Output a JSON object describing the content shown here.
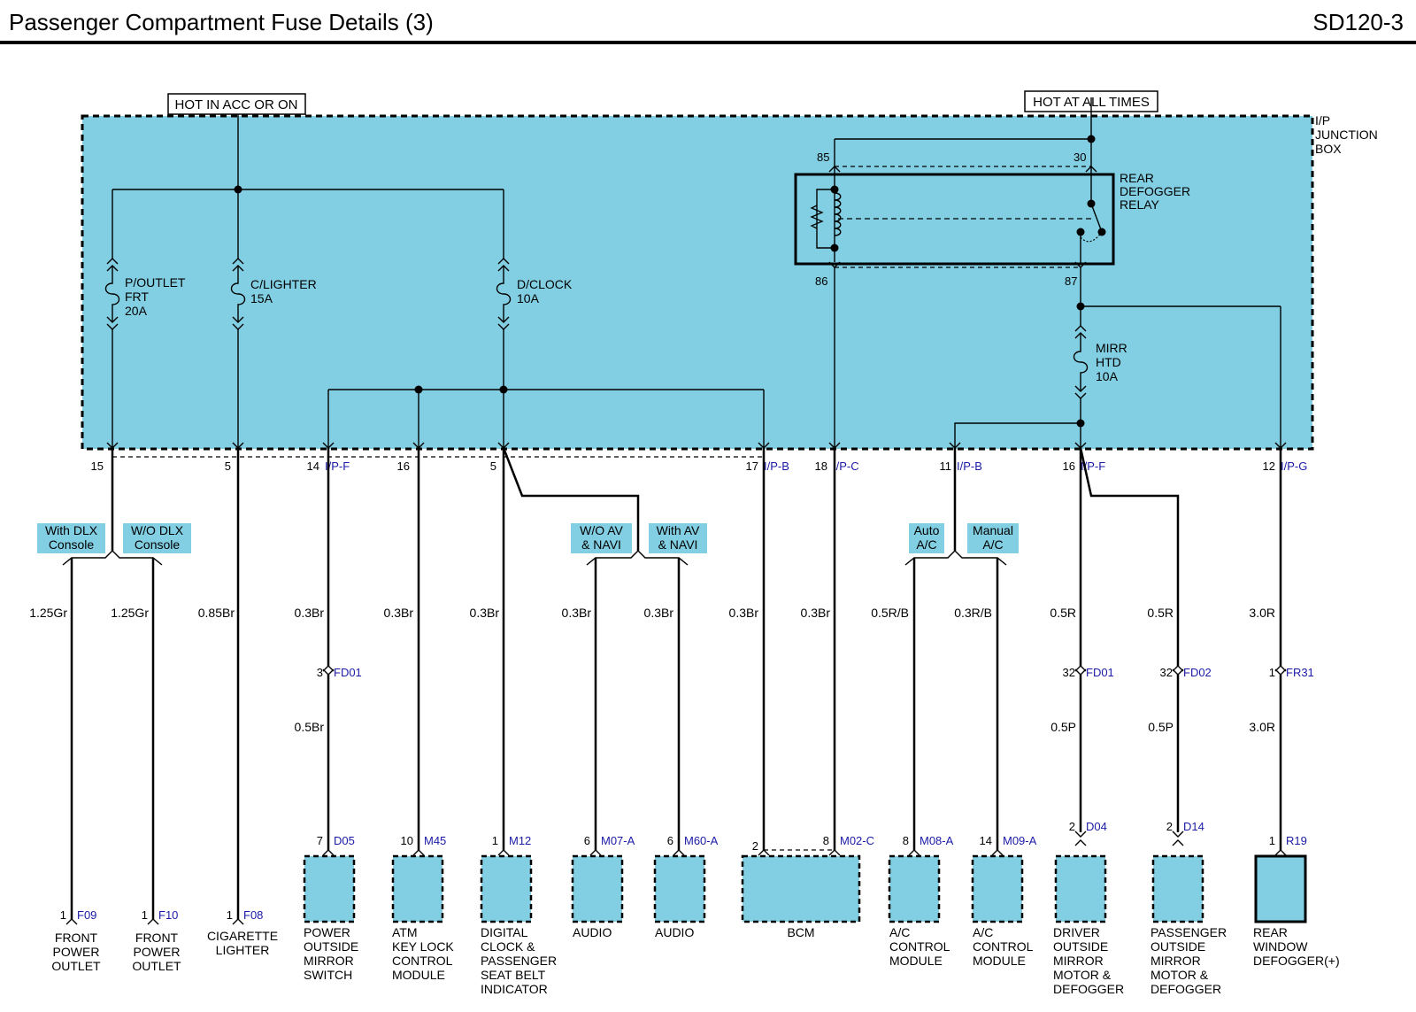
{
  "header": {
    "title": "Passenger Compartment Fuse Details (3)",
    "code": "SD120-3"
  },
  "sources": {
    "acc_on": "HOT IN ACC OR ON",
    "all_times": "HOT AT ALL TIMES"
  },
  "junction_box": [
    "I/P",
    "JUNCTION",
    "BOX"
  ],
  "relay": {
    "name": [
      "REAR",
      "DEFOGGER",
      "RELAY"
    ],
    "pins": [
      "85",
      "30",
      "86",
      "87"
    ]
  },
  "fuses": [
    {
      "lines": [
        "P/OUTLET",
        "FRT",
        "20A"
      ]
    },
    {
      "lines": [
        "C/LIGHTER",
        "15A"
      ]
    },
    {
      "lines": [
        "D/CLOCK",
        "10A"
      ]
    },
    {
      "lines": [
        "MIRR",
        "HTD",
        "10A"
      ]
    }
  ],
  "connector_pins": [
    {
      "num": "15",
      "conn": ""
    },
    {
      "num": "5",
      "conn": ""
    },
    {
      "num": "14",
      "conn": "I/P-F"
    },
    {
      "num": "16",
      "conn": ""
    },
    {
      "num": "5",
      "conn": ""
    },
    {
      "num": "17",
      "conn": "I/P-B"
    },
    {
      "num": "18",
      "conn": "I/P-C"
    },
    {
      "num": "11",
      "conn": "I/P-B"
    },
    {
      "num": "16",
      "conn": "I/P-F"
    },
    {
      "num": "12",
      "conn": "I/P-G"
    }
  ],
  "options": [
    {
      "lines": [
        "With DLX",
        "Console"
      ]
    },
    {
      "lines": [
        "W/O DLX",
        "Console"
      ]
    },
    {
      "lines": [
        "W/O AV",
        "& NAVI"
      ]
    },
    {
      "lines": [
        "With AV",
        "& NAVI"
      ]
    },
    {
      "lines": [
        "Auto",
        "A/C"
      ]
    },
    {
      "lines": [
        "Manual",
        "A/C"
      ]
    }
  ],
  "wires": [
    "1.25Gr",
    "1.25Gr",
    "0.85Br",
    "0.3Br",
    "0.3Br",
    "0.3Br",
    "0.3Br",
    "0.3Br",
    "0.3Br",
    "0.3Br",
    "0.5R/B",
    "0.3R/B",
    "0.5R",
    "0.5R",
    "3.0R"
  ],
  "inline_connectors": [
    {
      "num": "3",
      "conn": "FD01"
    },
    {
      "num": "32",
      "conn": "FD01"
    },
    {
      "num": "32",
      "conn": "FD02"
    },
    {
      "num": "1",
      "conn": "FR31"
    }
  ],
  "wires_lower": [
    "0.5Br",
    "0.5P",
    "0.5P",
    "3.0R"
  ],
  "components": [
    {
      "pin": "1",
      "conn": "F09",
      "lines": [
        "FRONT",
        "POWER",
        "OUTLET"
      ]
    },
    {
      "pin": "1",
      "conn": "F10",
      "lines": [
        "FRONT",
        "POWER",
        "OUTLET"
      ]
    },
    {
      "pin": "1",
      "conn": "F08",
      "lines": [
        "CIGARETTE",
        "LIGHTER"
      ]
    },
    {
      "pin": "7",
      "conn": "D05",
      "lines": [
        "POWER",
        "OUTSIDE",
        "MIRROR",
        "SWITCH"
      ]
    },
    {
      "pin": "10",
      "conn": "M45",
      "lines": [
        "ATM",
        "KEY LOCK",
        "CONTROL",
        "MODULE"
      ]
    },
    {
      "pin": "1",
      "conn": "M12",
      "lines": [
        "DIGITAL",
        "CLOCK &",
        "PASSENGER",
        "SEAT BELT",
        "INDICATOR"
      ]
    },
    {
      "pin": "6",
      "conn": "M07-A",
      "lines": [
        "AUDIO"
      ]
    },
    {
      "pin": "6",
      "conn": "M60-A",
      "lines": [
        "AUDIO"
      ]
    },
    {
      "pin": "2",
      "conn": "",
      "lines": [
        "BCM"
      ]
    },
    {
      "pin": "8",
      "conn": "M02-C",
      "lines": []
    },
    {
      "pin": "8",
      "conn": "M08-A",
      "lines": [
        "A/C",
        "CONTROL",
        "MODULE"
      ]
    },
    {
      "pin": "14",
      "conn": "M09-A",
      "lines": [
        "A/C",
        "CONTROL",
        "MODULE"
      ]
    },
    {
      "pin": "2",
      "conn": "D04",
      "lines": [
        "DRIVER",
        "OUTSIDE",
        "MIRROR",
        "MOTOR &",
        "DEFOGGER"
      ]
    },
    {
      "pin": "2",
      "conn": "D14",
      "lines": [
        "PASSENGER",
        "OUTSIDE",
        "MIRROR",
        "MOTOR &",
        "DEFOGGER"
      ]
    },
    {
      "pin": "1",
      "conn": "R19",
      "lines": [
        "REAR",
        "WINDOW",
        "DEFOGGER(+)"
      ]
    }
  ],
  "colors": {
    "box_fill": "#82cfe3",
    "connector_blue": "#1a1aa6",
    "line": "#000000"
  }
}
